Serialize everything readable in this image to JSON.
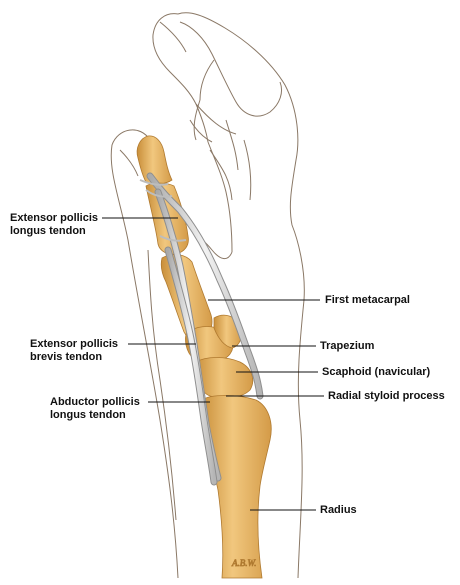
{
  "labels": {
    "epl": [
      "Extensor pollicis",
      "longus tendon"
    ],
    "epb": [
      "Extensor pollicis",
      "brevis tendon"
    ],
    "apl": [
      "Abductor pollicis",
      "longus tendon"
    ],
    "first_metacarpal": "First metacarpal",
    "trapezium": "Trapezium",
    "scaphoid": "Scaphoid (navicular)",
    "radial_styloid": "Radial styloid process",
    "radius": "Radius"
  },
  "artist_signature": "A.B.W.",
  "colors": {
    "bone": "#e8b96a",
    "bone_shadow": "#c98f3a",
    "tendon": "#d9d9d9",
    "skin_outline": "#7a6a5a",
    "leader_line": "#111111"
  }
}
